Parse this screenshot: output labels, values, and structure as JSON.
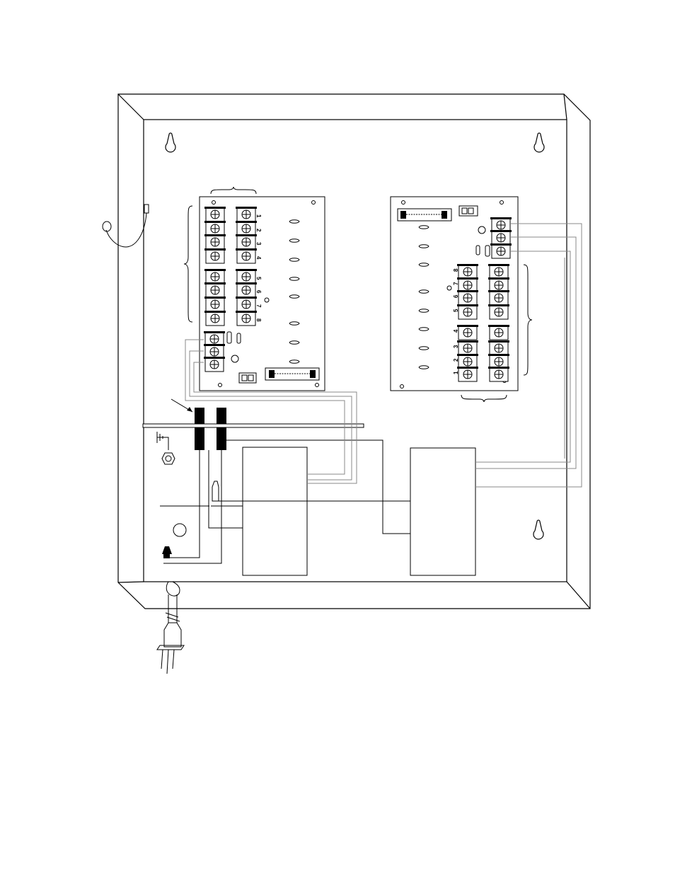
{
  "diagram": {
    "left_board": {
      "output_labels": [
        "1",
        "2",
        "3",
        "4",
        "5",
        "6",
        "7",
        "8"
      ]
    },
    "right_board": {
      "output_labels": [
        "8",
        "7",
        "6",
        "5",
        "4",
        "3",
        "2",
        "1"
      ]
    },
    "icons": {
      "ground": "ground-symbol-icon",
      "plug": "power-plug-icon",
      "keyhole": "mounting-keyhole-icon",
      "screw": "screw-terminal-icon",
      "nut": "hex-nut-icon",
      "fuse": "fuse-icon",
      "switch": "dip-switch-icon",
      "tamper": "tamper-switch-icon"
    },
    "colors": {
      "line": "#000000",
      "wire_gray": "#888888",
      "background": "#ffffff"
    }
  }
}
